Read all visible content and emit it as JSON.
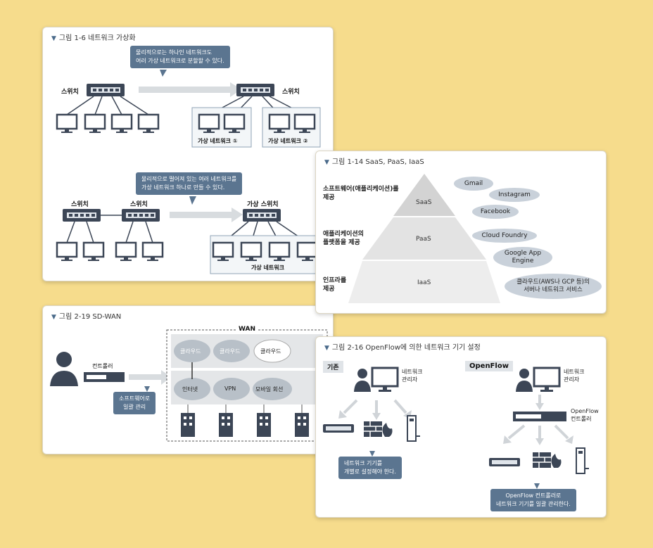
{
  "fig_1_6": {
    "title": "그림 1-6  네트워크 가상화",
    "callout1": "물리적으로는 하나인 네트워크도\n여러 가상 네트워크로 분할할 수 있다.",
    "switch": "스위치",
    "vnet1": "가상 네트워크 ①",
    "vnet2": "가상 네트워크 ②",
    "callout2": "물리적으로 떨어져 있는 여러 네트워크를\n가상 네트워크 하나로 만들 수 있다.",
    "vswitch": "가상 스위치",
    "vnet": "가상 네트워크"
  },
  "fig_1_14": {
    "title": "그림 1-14  SaaS, PaaS, IaaS",
    "levels": [
      {
        "desc": "소프트웨어(애플리케이션)를\n제공",
        "name": "SaaS"
      },
      {
        "desc": "애플리케이션의\n플랫폼을 제공",
        "name": "PaaS"
      },
      {
        "desc": "인프라를\n제공",
        "name": "IaaS"
      }
    ],
    "examples": [
      "Gmail",
      "Instagram",
      "Facebook",
      "Cloud Foundry",
      "Google App\nEngine",
      "클라우드(AWS나 GCP 등)의\n서버나 네트워크 서비스"
    ]
  },
  "fig_2_19": {
    "title": "그림 2-19  SD-WAN",
    "controller": "컨트롤러",
    "callout": "소프트웨어로\n일괄 관리",
    "wan": "WAN",
    "clouds_top": [
      "클라우드",
      "클라우드",
      "클라우드"
    ],
    "clouds_bottom": [
      "인터넷",
      "VPN",
      "모바일 회선"
    ]
  },
  "fig_2_16": {
    "title": "그림 2-16  OpenFlow에 의한 네트워크 기기 설정",
    "before": "기존",
    "after": "OpenFlow",
    "admin": "네트워크\n관리자",
    "of_controller": "OpenFlow\n컨트롤러",
    "callout_left": "네트워크 기기를\n개별로 설정해야 한다.",
    "callout_right": "OpenFlow 컨트롤러로\n네트워크 기기를 일괄 관리한다."
  },
  "colors": {
    "background": "#f6dc8c",
    "callout": "#5b7590",
    "pill": "#c9d1da",
    "device": "#3c4656"
  }
}
